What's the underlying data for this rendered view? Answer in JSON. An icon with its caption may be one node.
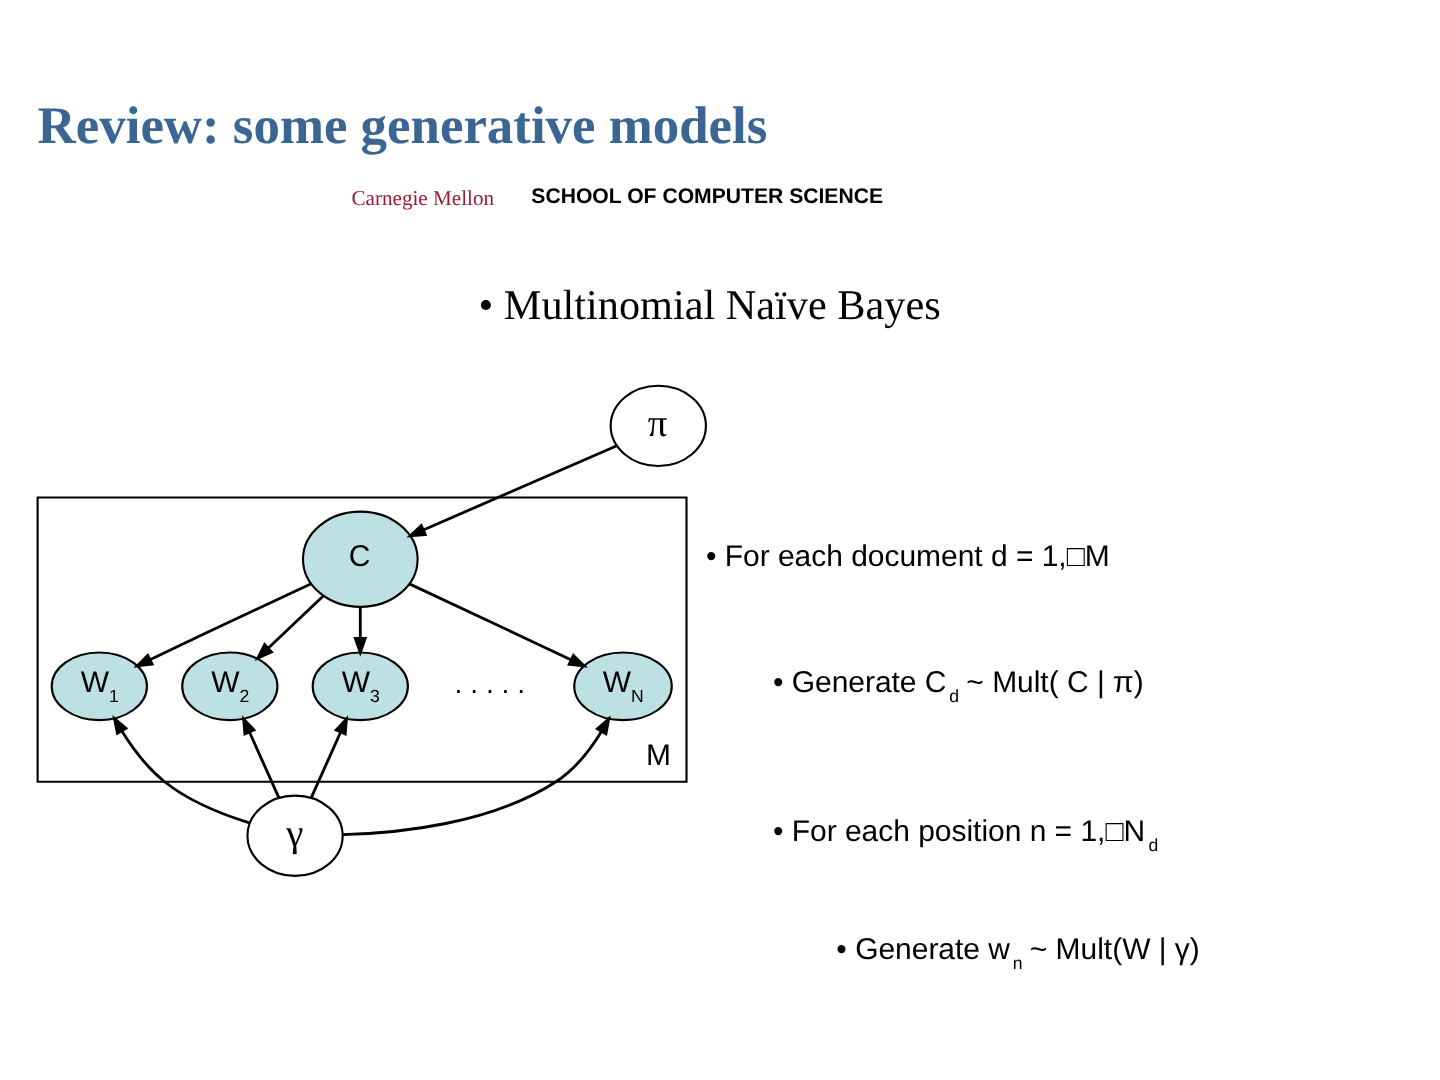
{
  "diagram": {
    "title": "Review: some generative models",
    "nodes": [
      {
        "text": [
          "π"
        ]
      },
      {
        "text": [
          "M"
        ]
      },
      {
        "text": [
          "C"
        ],
        "in": 1
      },
      {
        "text": [
          "W$_{1}$"
        ],
        "in": 1
      },
      {
        "text": [
          "W$_{2}$"
        ],
        "in": 1
      },
      {
        "text": [
          "W$_{3}$"
        ],
        "in": 1
      },
      {
        "text": [
          "W$_{N}$"
        ],
        "in": 1
      },
      {
        "text": [
          "γ"
        ]
      }
    ],
    "edges": [
      {
        "from": 0,
        "to": 2,
        "arrow": "to"
      },
      {
        "from": 2,
        "to": 3,
        "arrow": "to"
      },
      {
        "from": 2,
        "to": 4,
        "arrow": "to"
      },
      {
        "from": 2,
        "to": 5,
        "arrow": "to"
      },
      {
        "from": 2,
        "to": 6,
        "arrow": "to"
      },
      {
        "from": 7,
        "to": 3,
        "arrow": "to"
      },
      {
        "from": 7,
        "to": 4,
        "arrow": "to"
      },
      {
        "from": 7,
        "to": 5,
        "arrow": "to"
      },
      {
        "from": 7,
        "to": 6,
        "arrow": "to"
      }
    ],
    "labels": [
      "Carnegie Mellon",
      "SCHOOL OF COMPUTER SCIENCE",
      "• Multinomial Naïve Bayes",
      ". . . . .",
      "• For each document d = 1,□M",
      "• Generate C$_{d}$ ~ Mult( C | π)",
      "• For each position n = 1,□N$_{d}$",
      "• Generate w$_{n}$ ~ Mult(W | γ)"
    ]
  }
}
